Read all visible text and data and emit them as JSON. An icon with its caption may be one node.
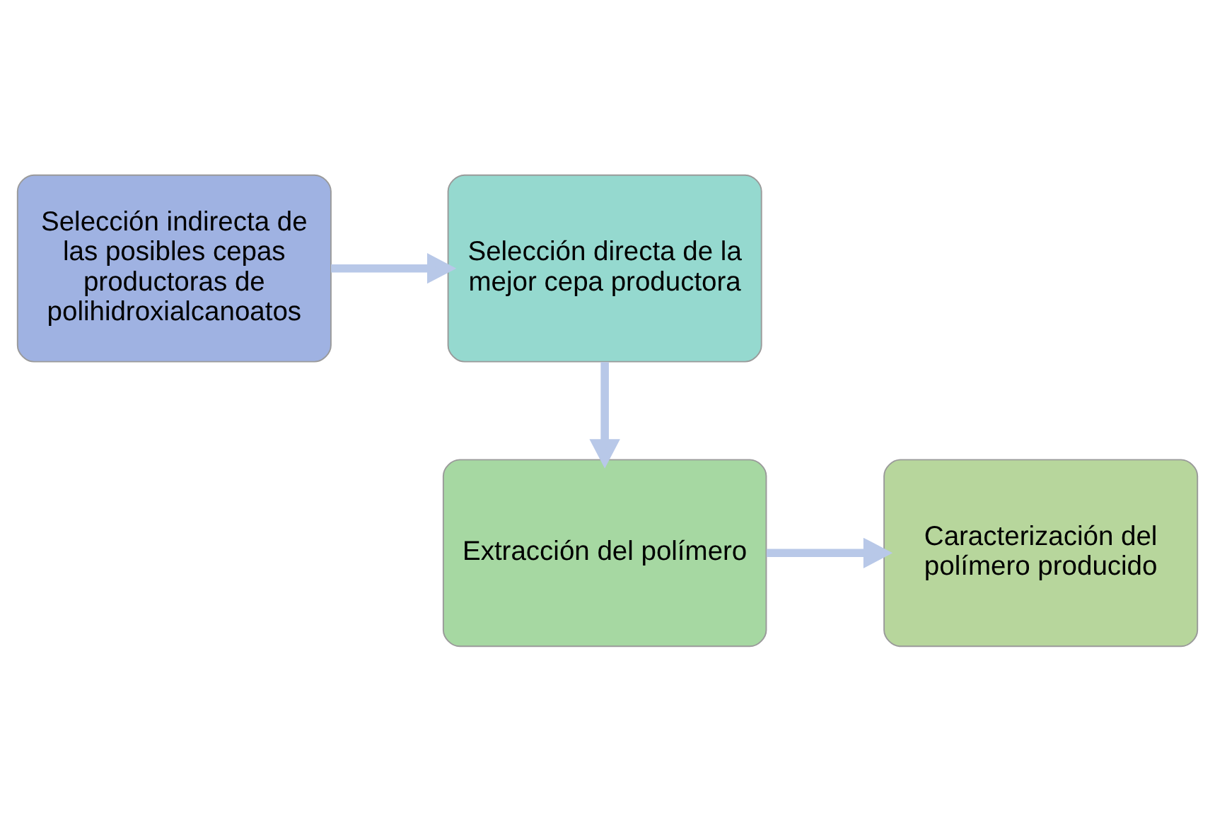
{
  "diagram": {
    "nodes": [
      {
        "text": [
          "Selección indirecta de las posibles cepas productoras de polihidroxialcanoatos"
        ]
      },
      {
        "text": [
          "Selección directa de la mejor cepa productora"
        ]
      },
      {
        "text": [
          "Extracción del polímero"
        ]
      },
      {
        "text": [
          "Caracterización del polímero producido"
        ]
      }
    ],
    "edges": [
      {
        "from": 0,
        "to": 1,
        "arrow": "to"
      },
      {
        "from": 1,
        "to": 2,
        "arrow": "to"
      },
      {
        "from": 2,
        "to": 3,
        "arrow": "to"
      }
    ]
  }
}
